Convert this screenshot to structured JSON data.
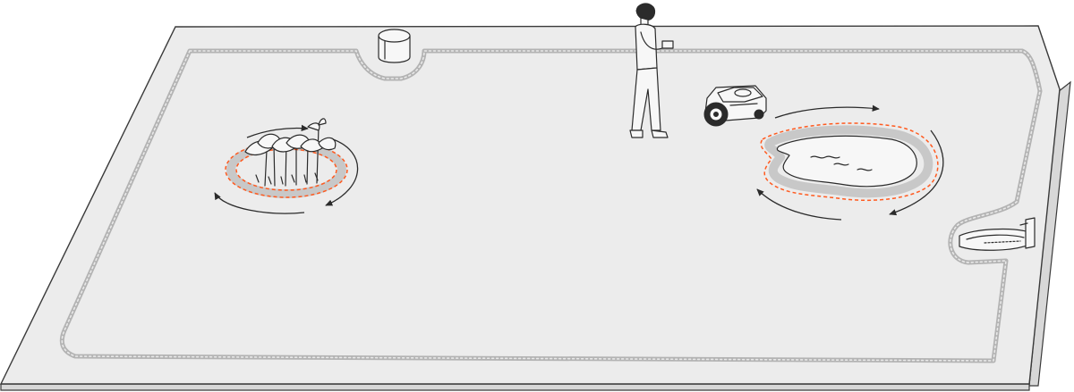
{
  "scene": {
    "colors": {
      "lawn": "#ececec",
      "boundary_wire": "#b3b3b3",
      "keep_out_zone": "#ff5a1f",
      "ink": "#2b2b2b"
    },
    "elements": [
      "lawn-area",
      "boundary-wire",
      "bin-obstacle",
      "person",
      "robot-mower",
      "flower-bed-keepout",
      "pond-keepout",
      "charging-station"
    ],
    "arrow_icon": "arrowhead-icon"
  }
}
